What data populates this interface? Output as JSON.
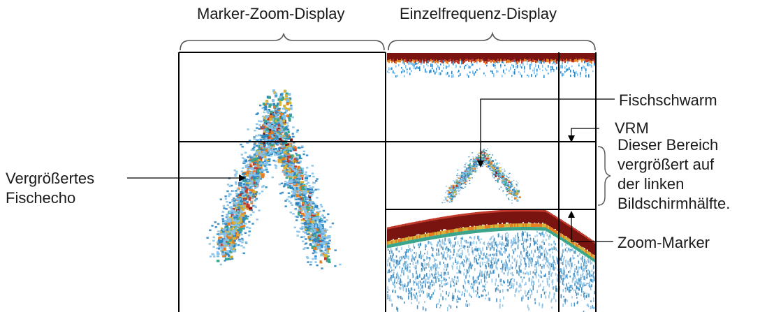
{
  "headers": {
    "left": "Marker-Zoom-Display",
    "right": "Einzelfrequenz-Display"
  },
  "callouts": {
    "fish_school": "Fischschwarm",
    "vrm": "VRM",
    "zoom_area": [
      "Dieser Bereich",
      "vergrößert auf",
      "der linken",
      "Bildschirmhälfte."
    ],
    "zoom_marker": "Zoom-Marker",
    "magnified_echo": [
      "Vergrößertes",
      "Fischecho"
    ]
  },
  "colors": {
    "line": "#000000",
    "echo_strong": "#7a1410",
    "echo_red": "#c0392b",
    "echo_orange": "#e67e22",
    "echo_yellow": "#d4b43a",
    "echo_green": "#3aa58a",
    "echo_blue": "#2e86c1",
    "echo_light": "#85c1e9"
  }
}
